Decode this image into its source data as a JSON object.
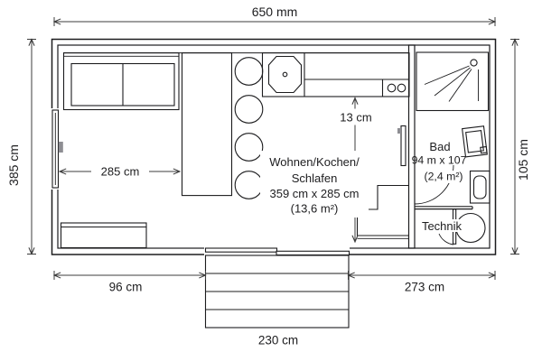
{
  "dimensions": {
    "overall_width": "650 mm",
    "overall_depth": "385 cm",
    "bath_section_height": "105 cm",
    "bed_area_width": "285 cm",
    "counter_depth": "13 cm",
    "entry_section_width": "96 cm",
    "living_section_width": "273 cm",
    "terrace_width": "230 cm"
  },
  "rooms": {
    "living": {
      "name_line1": "Wohnen/Kochen/",
      "name_line2": "Schlafen",
      "size": "359 cm x 285 cm",
      "area": "(13,6 m²)"
    },
    "bath": {
      "name": "Bad",
      "size": "94 m x 107",
      "area": "(2,4 m²)"
    },
    "utility": {
      "name": "Technik"
    }
  },
  "colors": {
    "wall_line": "#1c1c1e",
    "dimension_line": "#3c3c3c",
    "background": "#ffffff",
    "handle_fill": "#8e8e93"
  }
}
